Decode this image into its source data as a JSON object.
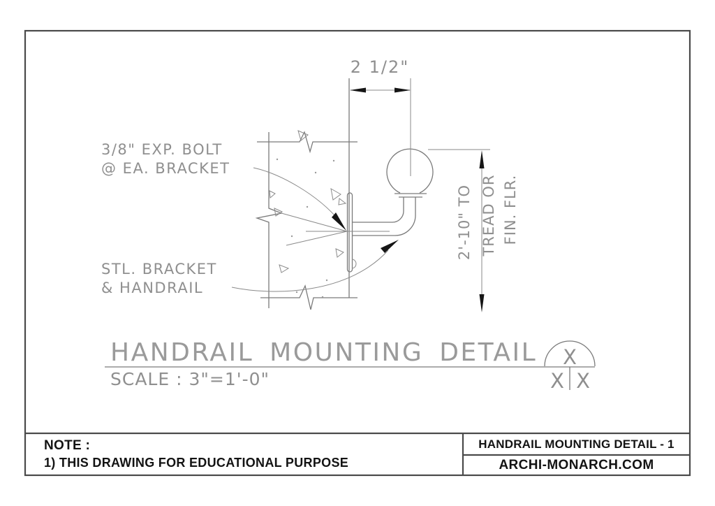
{
  "drawing": {
    "dim_top": "2 1/2\"",
    "bolt_label_line1": "3/8\" EXP. BOLT",
    "bolt_label_line2": "@ EA. BRACKET",
    "bracket_label_line1": "STL. BRACKET",
    "bracket_label_line2": "& HANDRAIL",
    "dim_right_line1": "2'-10\" TO",
    "dim_right_line2": "TREAD OR",
    "dim_right_line3": "FIN. FLR.",
    "title": "HANDRAIL MOUNTING DETAIL",
    "scale_text": "SCALE : 3\"=1'-0\"",
    "callout": {
      "top_x": "X",
      "bottom_left_x": "X",
      "bottom_right_x": "X"
    }
  },
  "footer": {
    "note_label": "NOTE :",
    "note_text": "1) THIS DRAWING FOR EDUCATIONAL PURPOSE",
    "sheet_title": "HANDRAIL MOUNTING DETAIL - 1",
    "website": "ARCHI-MONARCH.COM"
  },
  "colors": {
    "line_gray": "#7a7a7a",
    "cad_text_gray": "#8f8f8f",
    "ink_black": "#131313",
    "border_gray": "#4a4a4a",
    "background": "#ffffff"
  }
}
